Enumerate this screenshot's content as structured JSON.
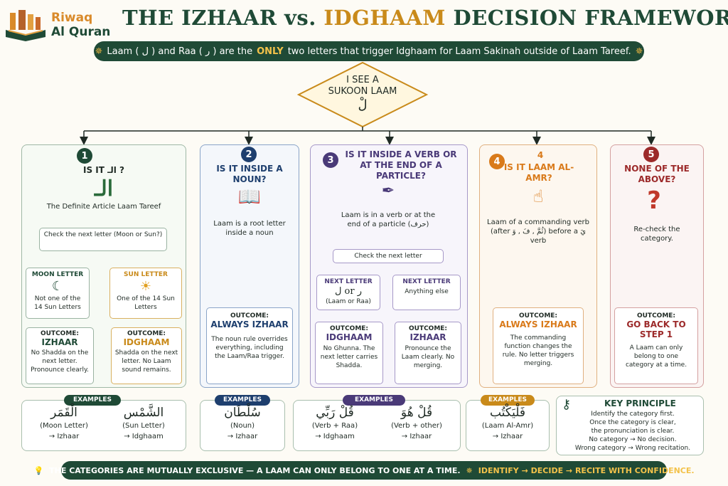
{
  "logo": {
    "line1": "Riwaq",
    "line2": "Al Quran"
  },
  "title": {
    "part1": "THE IZHAAR",
    "part2": "vs.",
    "part3": "IDGHAAM",
    "part4": "DECISION FRAMEWORK"
  },
  "banner": {
    "pre": "Laam ( ل ) and Raa ( ر ) are the",
    "highlight": "ONLY",
    "post": "two letters that trigger Idghaam for Laam Sakinah outside of Laam Tareef."
  },
  "start": {
    "line1": "I SEE A",
    "line2": "SUKOON LAAM",
    "glyph": "لْ"
  },
  "col1": {
    "num": "1",
    "question": "IS IT الـ ?",
    "glyph": "الـ",
    "desc": "The Definite Article Laam Tareef",
    "check": "Check the next letter (Moon or Sun?)",
    "moon": {
      "label": "MOON LETTER",
      "desc": "Not one of the 14 Sun Letters",
      "outcome_label": "OUTCOME:",
      "outcome": "IZHAAR",
      "note": "No Shadda on the next letter. Pronounce clearly."
    },
    "sun": {
      "label": "SUN LETTER",
      "desc": "One of the 14 Sun Letters",
      "outcome_label": "OUTCOME:",
      "outcome": "IDGHAAM",
      "note": "Shadda on the next letter. No Laam sound remains."
    }
  },
  "col2": {
    "num": "2",
    "question": "IS IT INSIDE A NOUN?",
    "desc": "Laam is a root letter inside a noun",
    "outcome_label": "OUTCOME:",
    "outcome": "ALWAYS IZHAAR",
    "note": "The noun rule overrides everything, including the Laam/Raa trigger."
  },
  "col3": {
    "num": "3",
    "question": "IS IT INSIDE A VERB OR AT THE END OF A PARTICLE?",
    "desc": "Laam is in a verb or at the end of a particle (حرف)",
    "check": "Check the next letter",
    "left": {
      "label": "NEXT LETTER",
      "desc": "ل or ر",
      "sub": "(Laam or Raa)",
      "outcome_label": "OUTCOME:",
      "outcome": "IDGHAAM",
      "note": "No Ghunna. The next letter carries Shadda."
    },
    "right": {
      "label": "NEXT LETTER",
      "desc": "Anything else",
      "outcome_label": "OUTCOME:",
      "outcome": "IZHAAR",
      "note": "Pronounce the Laam clearly. No merging."
    }
  },
  "col4": {
    "num": "4",
    "question": "IS IT LAAM AL-AMR?",
    "desc": "Laam of a commanding verb (after ثُمَّ , فَ , وَ) before a يَ verb",
    "outcome_label": "OUTCOME:",
    "outcome": "ALWAYS IZHAAR",
    "note": "The commanding function changes the rule. No letter triggers merging."
  },
  "col5": {
    "num": "5",
    "question": "NONE OF THE ABOVE?",
    "desc": "Re-check the category.",
    "outcome_label": "OUTCOME:",
    "outcome": "GO BACK TO STEP 1",
    "note": "A Laam can only belong to one category at a time."
  },
  "examples": {
    "tag": "EXAMPLES",
    "ex1": [
      {
        "word": "الْقَمَر",
        "label": "(Moon Letter)",
        "result": "→ Izhaar"
      },
      {
        "word": "الشَّمْس",
        "label": "(Sun Letter)",
        "result": "→ Idghaam"
      }
    ],
    "ex2": [
      {
        "word": "سُلْطَان",
        "label": "(Noun)",
        "result": "→ Izhaar"
      }
    ],
    "ex3": [
      {
        "word": "قُلْ رَبِّي",
        "label": "(Verb + Raa)",
        "result": "→ Idghaam"
      },
      {
        "word": "قُلْ هُوَ",
        "label": "(Verb + other)",
        "result": "→ Izhaar"
      }
    ],
    "ex4": [
      {
        "word": "فَلْيَكْتُب",
        "label": "(Laam Al-Amr)",
        "result": "→ Izhaar"
      }
    ]
  },
  "key": {
    "title": "KEY PRINCIPLE",
    "l1": "Identify the category first.",
    "l2": "Once the category is clear,",
    "l3": "the pronunciation is clear.",
    "l4": "No category → No decision.",
    "l5": "Wrong category → Wrong recitation."
  },
  "footer": {
    "left": "THE CATEGORIES ARE MUTUALLY EXCLUSIVE — A LAAM CAN ONLY BELONG TO ONE AT A TIME.",
    "right": "IDENTIFY → DECIDE → RECITE WITH CONFIDENCE."
  },
  "colors": {
    "green": "#1f4a36",
    "gold": "#c98a1a",
    "blue": "#1e3f6e",
    "purple": "#4a3a78",
    "orange": "#d97a1a",
    "red": "#9c2a2a"
  }
}
